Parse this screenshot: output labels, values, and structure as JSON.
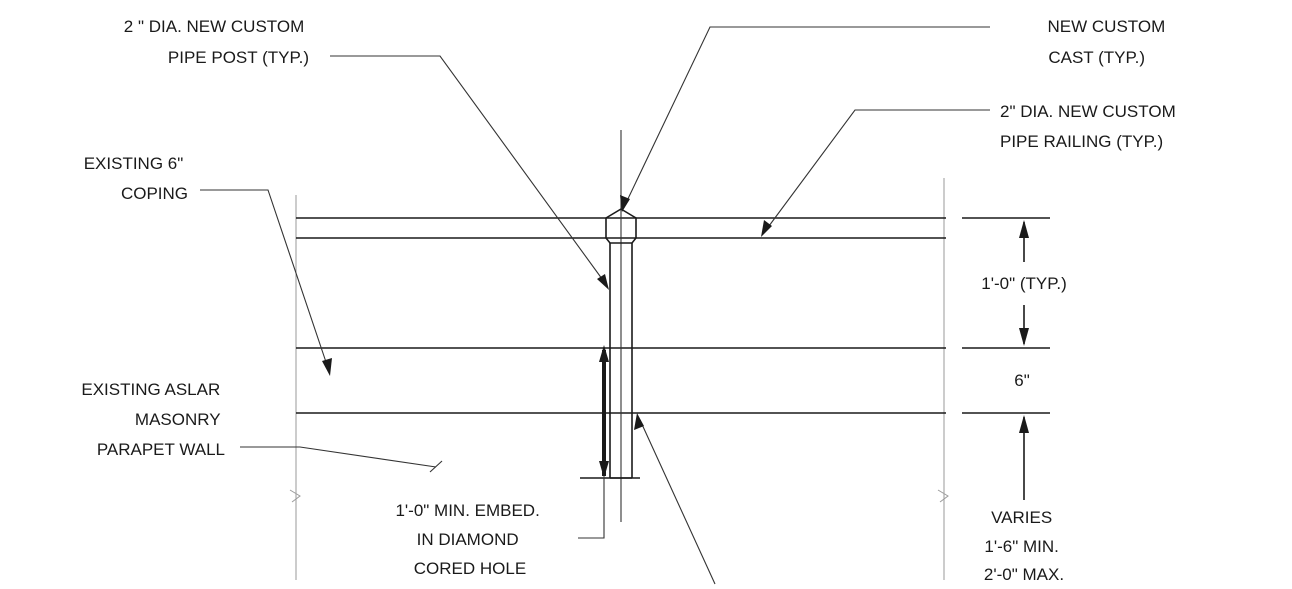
{
  "labels": {
    "pipe_post": [
      "2 \" DIA. NEW CUSTOM",
      "PIPE POST (TYP.)"
    ],
    "cast": [
      "NEW CUSTOM",
      "CAST (TYP.)"
    ],
    "pipe_railing": [
      "2\" DIA. NEW CUSTOM",
      "PIPE  RAILING (TYP.)"
    ],
    "coping": [
      "EXISTING 6\"",
      "COPING"
    ],
    "parapet": [
      "EXISTING ASLAR",
      "MASONRY",
      "PARAPET WALL"
    ],
    "embed": [
      "1'-0\" MIN. EMBED.",
      "IN DIAMOND",
      "CORED HOLE"
    ],
    "dim_rail": "1'-0\" (TYP.)",
    "dim_coping": "6\"",
    "dim_wall": [
      "VARIES",
      "1'-6\" MIN.",
      "2'-0\" MAX."
    ]
  },
  "colors": {
    "line": "#1a1a1a",
    "background": "#ffffff"
  }
}
